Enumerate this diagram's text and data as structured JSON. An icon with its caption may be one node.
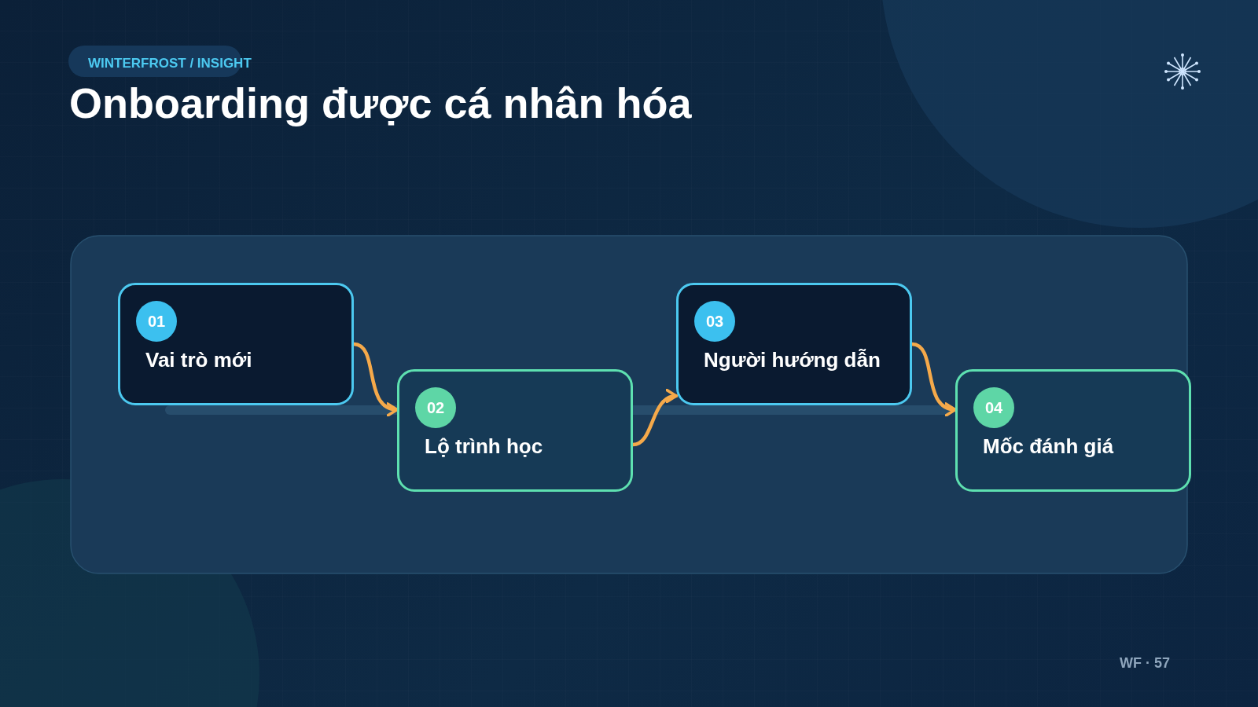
{
  "diagram": {
    "title": "Onboarding được cá nhân hóa",
    "nodes": [
      {
        "text": [
          "01",
          "Vai trò mới"
        ]
      },
      {
        "text": [
          "02",
          "Lộ trình học"
        ]
      },
      {
        "text": [
          "03",
          "Người hướng dẫn"
        ]
      },
      {
        "text": [
          "04",
          "Mốc đánh giá"
        ]
      }
    ],
    "edges": [
      {
        "from": 0,
        "to": 1,
        "arrow": "to"
      },
      {
        "from": 1,
        "to": 2,
        "arrow": "to"
      },
      {
        "from": 2,
        "to": 3,
        "arrow": "to"
      }
    ],
    "labels": [
      "WINTERFROST / INSIGHT",
      "WF · 57"
    ]
  }
}
